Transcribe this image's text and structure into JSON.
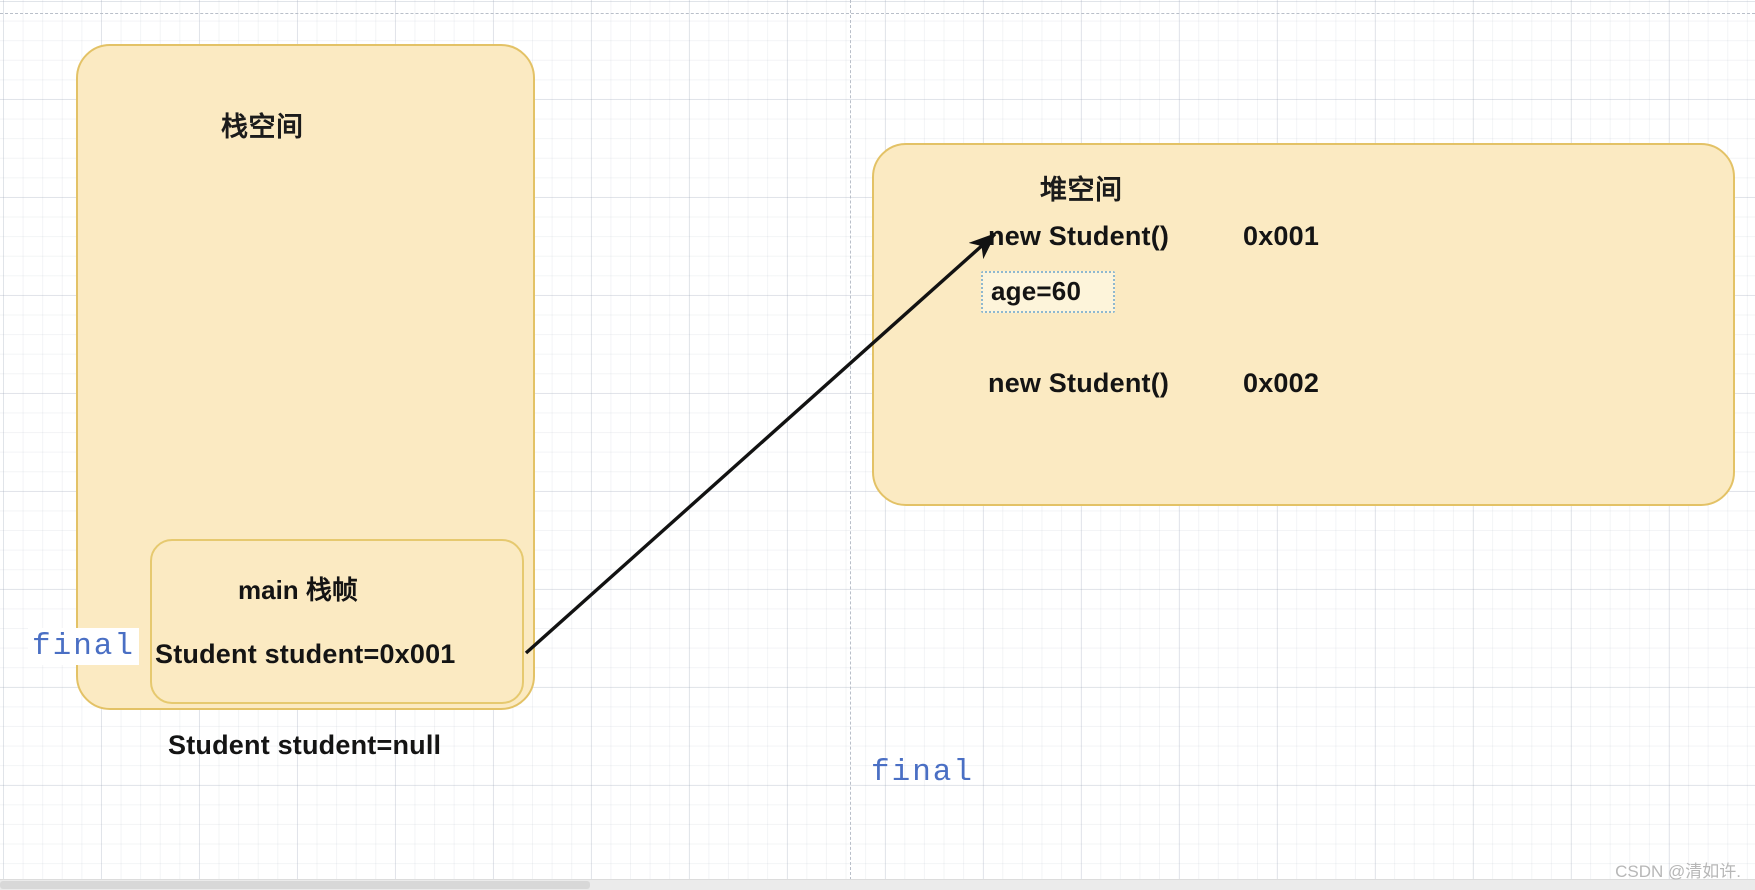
{
  "diagram": {
    "title_hidden": "",
    "stack": {
      "title": "栈空间",
      "frame": {
        "title": "main 栈帧",
        "variable": "Student student=0x001"
      },
      "outer_variable": "Student student=null",
      "annotation": "final"
    },
    "heap": {
      "title": "堆空间",
      "objects": [
        {
          "label": "new Student()",
          "address": "0x001",
          "field": "age=60"
        },
        {
          "label": "new Student()",
          "address": "0x002",
          "field": null
        }
      ],
      "annotation": "final"
    },
    "reference_arrow": {
      "from": "Student student=0x001",
      "to": "new Student()  0x001"
    }
  },
  "colors": {
    "region_fill": "#fbeac2",
    "region_border": "#e3c266",
    "annotation_text": "#4a6fc4",
    "field_border": "#8fb8cf",
    "body_text": "#141414",
    "arrow": "#121212"
  },
  "watermark": "CSDN @清如许."
}
